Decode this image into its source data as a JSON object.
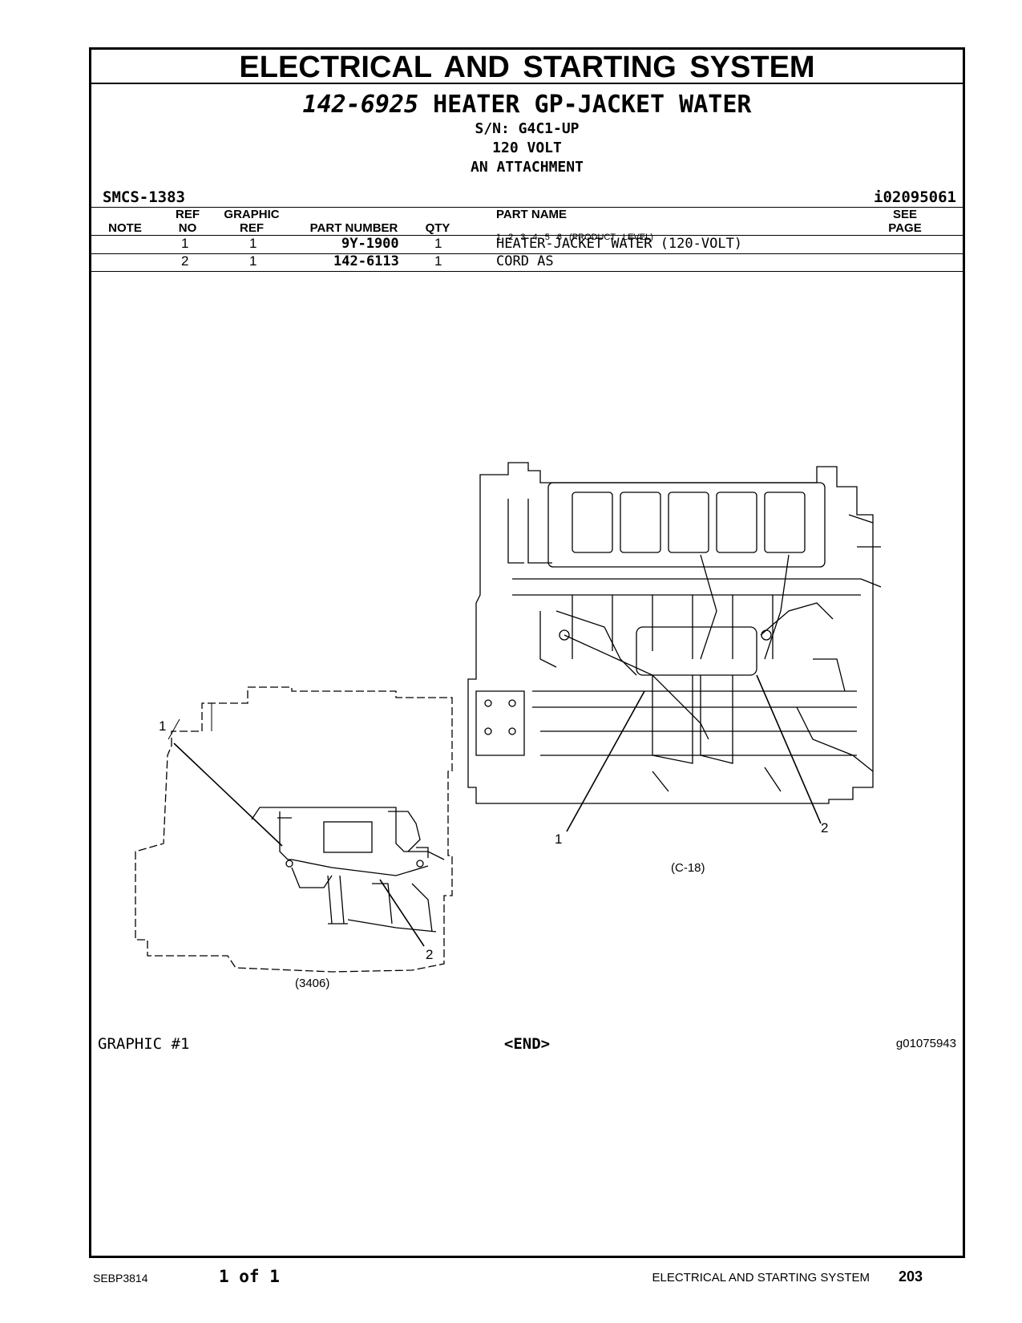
{
  "header": {
    "section_title": "ELECTRICAL AND STARTING SYSTEM",
    "group_number": "142-6925",
    "group_name": "HEATER GP-JACKET WATER",
    "serial": "S/N: G4C1-UP",
    "voltage": "120 VOLT",
    "attachment": "AN ATTACHMENT",
    "smcs": "SMCS-1383",
    "info_id": "i02095061"
  },
  "table": {
    "columns": {
      "note": "NOTE",
      "ref_no_1": "REF",
      "ref_no_2": "NO",
      "graphic_ref_1": "GRAPHIC",
      "graphic_ref_2": "REF",
      "part_number": "PART NUMBER",
      "qty": "QTY",
      "part_name": "PART NAME",
      "product_levels": "1   2   3   4   5   6   (PRODUCT LEVEL)",
      "see_page_1": "SEE",
      "see_page_2": "PAGE"
    },
    "rows": [
      {
        "note": "",
        "ref_no": "1",
        "graphic_ref": "1",
        "part_number": "9Y-1900",
        "qty": "1",
        "part_name": "HEATER-JACKET WATER (120-VOLT)",
        "see_page": ""
      },
      {
        "note": "",
        "ref_no": "2",
        "graphic_ref": "1",
        "part_number": "142-6113",
        "qty": "1",
        "part_name": "CORD AS",
        "see_page": ""
      }
    ]
  },
  "illustration": {
    "left_callout_1": "1",
    "left_callout_2": "2",
    "left_caption": "(3406)",
    "right_callout_1": "1",
    "right_callout_2": "2",
    "right_caption": "(C-18)"
  },
  "graphic": {
    "label": "GRAPHIC #1",
    "end": "<END>",
    "graphic_id": "g01075943"
  },
  "footer": {
    "doc_id": "SEBP3814",
    "page_of": "1 of 1",
    "system_name": "ELECTRICAL AND STARTING SYSTEM",
    "page_number": "203"
  }
}
